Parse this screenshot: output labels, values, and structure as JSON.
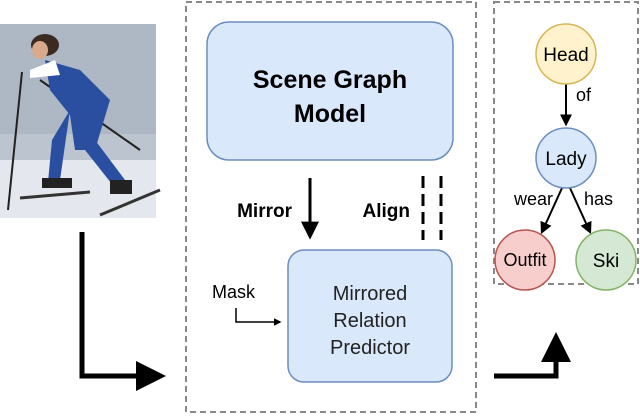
{
  "image": {
    "content": "cross-country skier photo",
    "colors": {
      "sky": "#b9c2cc",
      "snow": "#e6e9ee",
      "suit": "#2a4fa0"
    }
  },
  "model_box": {
    "line1": "Scene Graph",
    "line2": "Model"
  },
  "arrows": {
    "mirror": "Mirror",
    "align": "Align",
    "mask": "Mask"
  },
  "predictor_box": {
    "line1": "Mirrored",
    "line2": "Relation",
    "line3": "Predictor"
  },
  "graph": {
    "nodes": {
      "head": "Head",
      "lady": "Lady",
      "outfit": "Outfit",
      "ski": "Ski"
    },
    "edges": {
      "of": "of",
      "wear": "wear",
      "has": "has"
    }
  },
  "colors": {
    "box_fill": "#dae8fc",
    "box_stroke": "#6c8ebf",
    "yellow_fill": "#fff2cc",
    "yellow_stroke": "#d6b656",
    "red_fill": "#f8cecc",
    "red_stroke": "#b85450",
    "green_fill": "#d5e8d4",
    "green_stroke": "#82b366",
    "dash": "#888888"
  }
}
